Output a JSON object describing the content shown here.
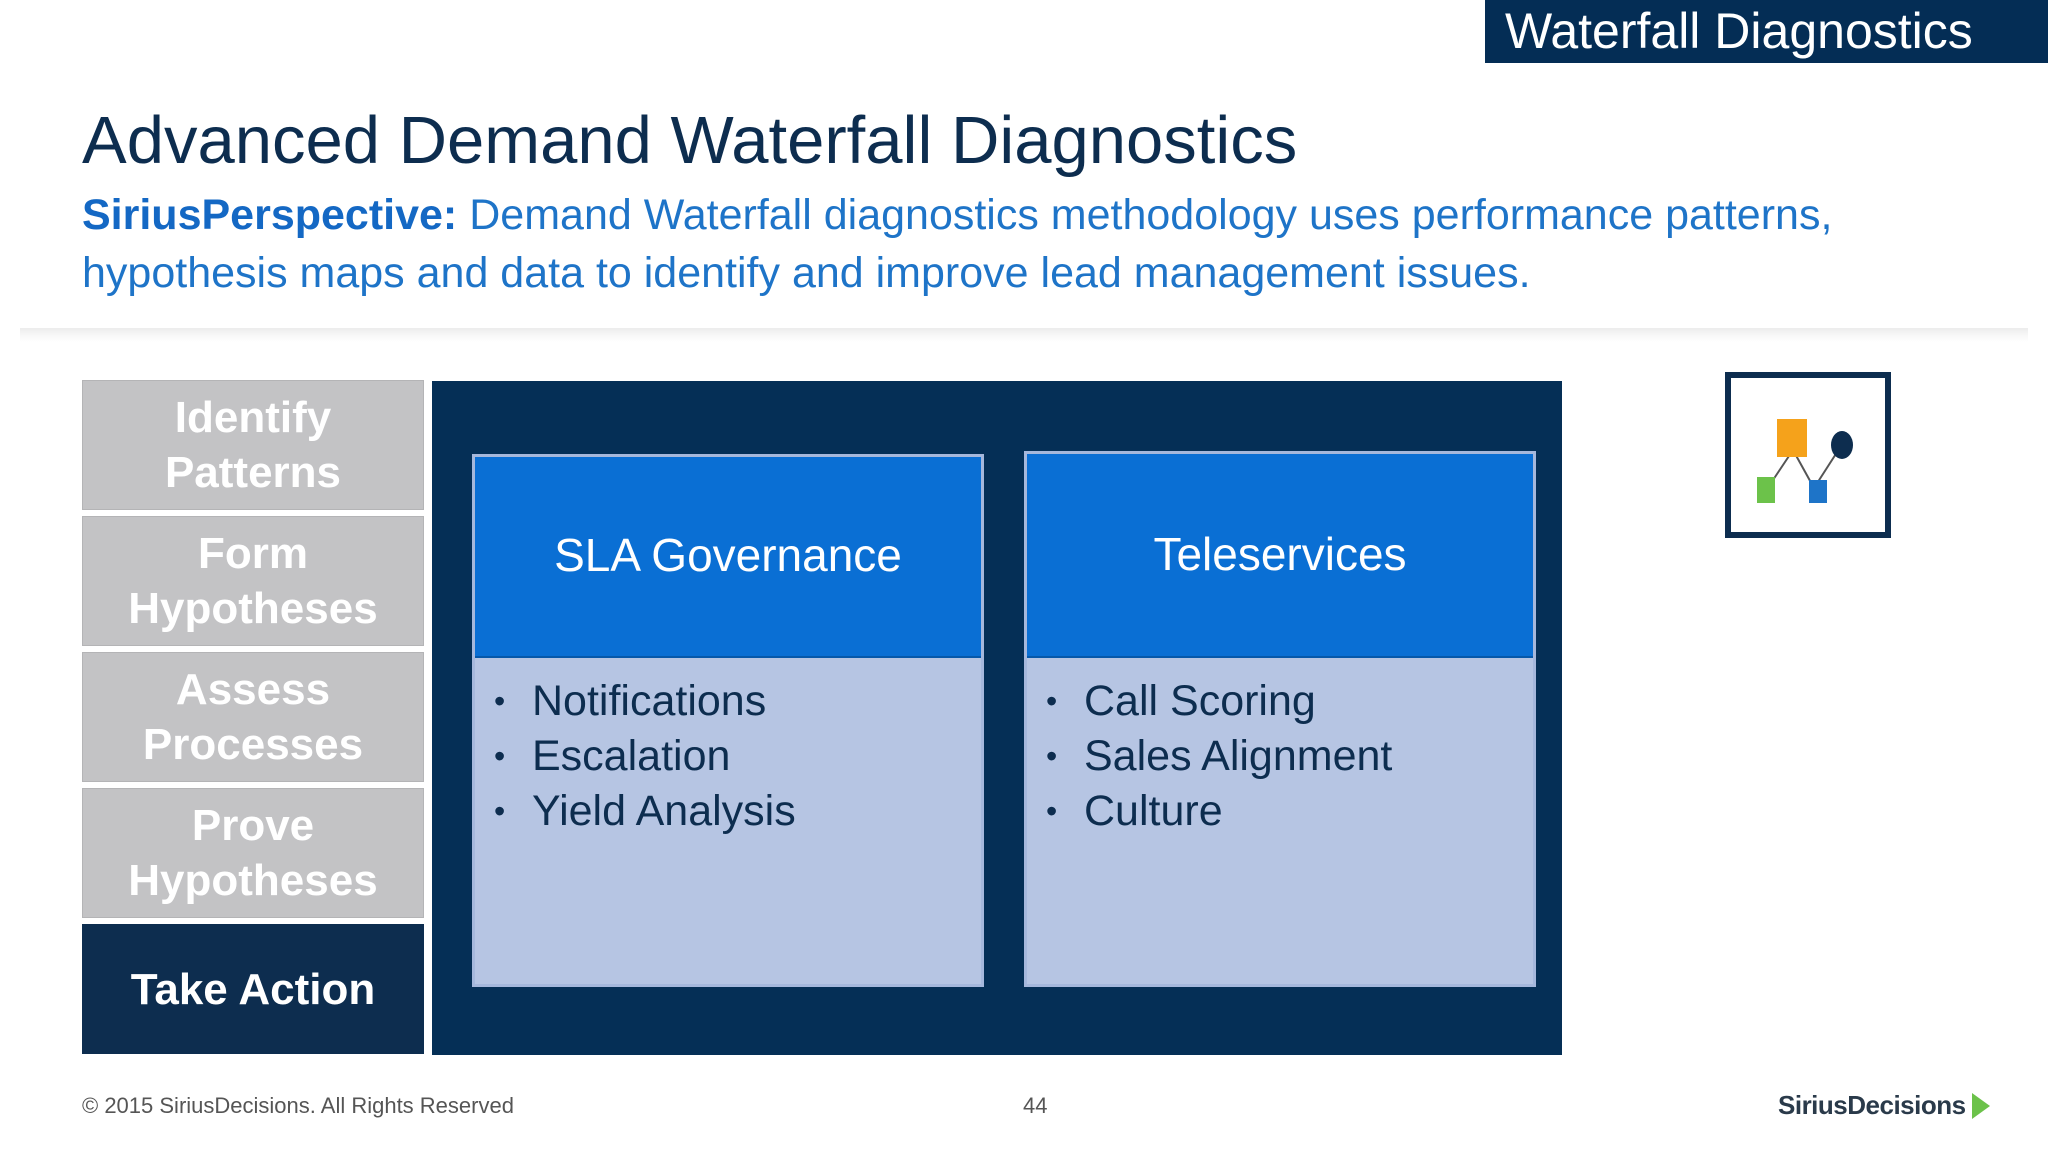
{
  "header": {
    "section_tag": "Waterfall Diagnostics",
    "title": "Advanced Demand Waterfall Diagnostics",
    "perspective_label": "SiriusPerspective:",
    "perspective_text": "Demand Waterfall diagnostics methodology uses performance patterns, hypothesis maps and data to identify and improve lead management issues."
  },
  "steps": [
    {
      "label": "Identify Patterns"
    },
    {
      "label": "Form Hypotheses"
    },
    {
      "label": "Assess Processes"
    },
    {
      "label": "Prove Hypotheses"
    },
    {
      "label": "Take Action"
    }
  ],
  "active_step": "Take Action",
  "cards": [
    {
      "title": "SLA Governance",
      "items": [
        "Notifications",
        "Escalation",
        "Yield Analysis"
      ]
    },
    {
      "title": "Teleservices",
      "items": [
        "Call Scoring",
        "Sales Alignment",
        "Culture"
      ]
    }
  ],
  "icon": {
    "name": "hypothesis-map-icon"
  },
  "footer": {
    "copyright": "© 2015 SiriusDecisions. All Rights Reserved",
    "page_number": "44",
    "logo_text": "SiriusDecisions"
  },
  "colors": {
    "navy": "#0d2d4f",
    "panel": "#052f56",
    "accent_blue": "#0a6fd4",
    "card_body": "#b6c5e3",
    "step_gray": "#c3c3c5",
    "logo_green": "#6cc24a"
  }
}
